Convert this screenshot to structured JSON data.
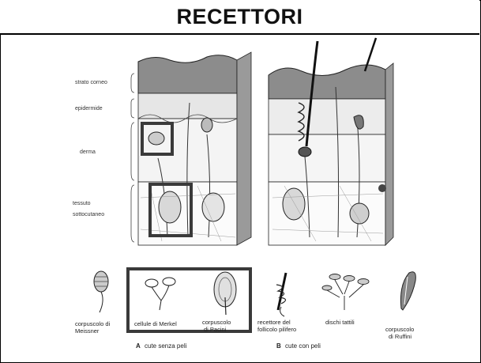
{
  "title": "RECETTORI",
  "layer_labels": {
    "strato_corneo": "strato corneo",
    "epidermide": "epidermide",
    "derma": "derma",
    "tessuto_line1": "tessuto",
    "tessuto_line2": "sottocutaneo"
  },
  "receptors": {
    "meissner": [
      "corpuscolo di",
      "Meissner"
    ],
    "merkel": [
      "cellule di Merkel"
    ],
    "pacini": [
      "corpuscolo",
      "di Pacini"
    ],
    "follicolo": [
      "recettore del",
      "follicolo pilifero"
    ],
    "dischi": [
      "dischi tattili"
    ],
    "ruffini": [
      "corpuscolo",
      "di Ruffini"
    ]
  },
  "sections": {
    "a_letter": "A",
    "a_text": "cute senza peli",
    "b_letter": "B",
    "b_text": "cute con peli"
  },
  "colors": {
    "highlight_box": "#3a3a3a",
    "ink": "#222222",
    "tone": "#8a8a8a"
  }
}
